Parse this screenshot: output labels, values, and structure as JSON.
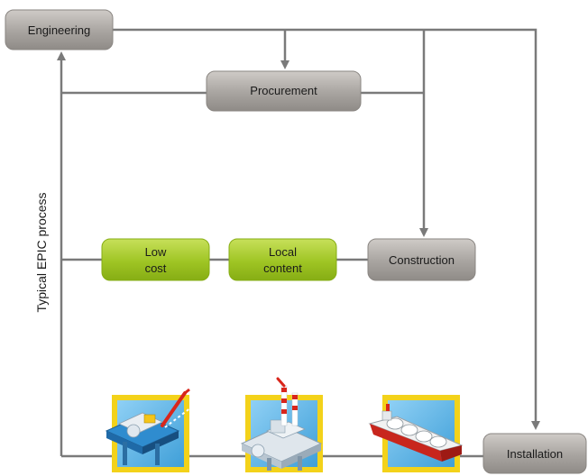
{
  "diagram": {
    "side_label": "Typical EPIC process",
    "nodes": {
      "engineering": {
        "label": "Engineering"
      },
      "procurement": {
        "label": "Procurement"
      },
      "construction": {
        "label": "Construction"
      },
      "installation": {
        "label": "Installation"
      },
      "low_cost": {
        "line1": "Low",
        "line2": "cost"
      },
      "local_content": {
        "line1": "Local",
        "line2": "content"
      }
    },
    "icons": [
      "offshore-platform-icon",
      "drilling-rig-icon",
      "lng-tanker-icon"
    ],
    "colors": {
      "grey_box": "#9e9a96",
      "green_box": "#9bc11e",
      "line": "#7a7a7a",
      "icon_frame": "#f3d21a",
      "icon_bg": "#5cb3e6"
    }
  }
}
